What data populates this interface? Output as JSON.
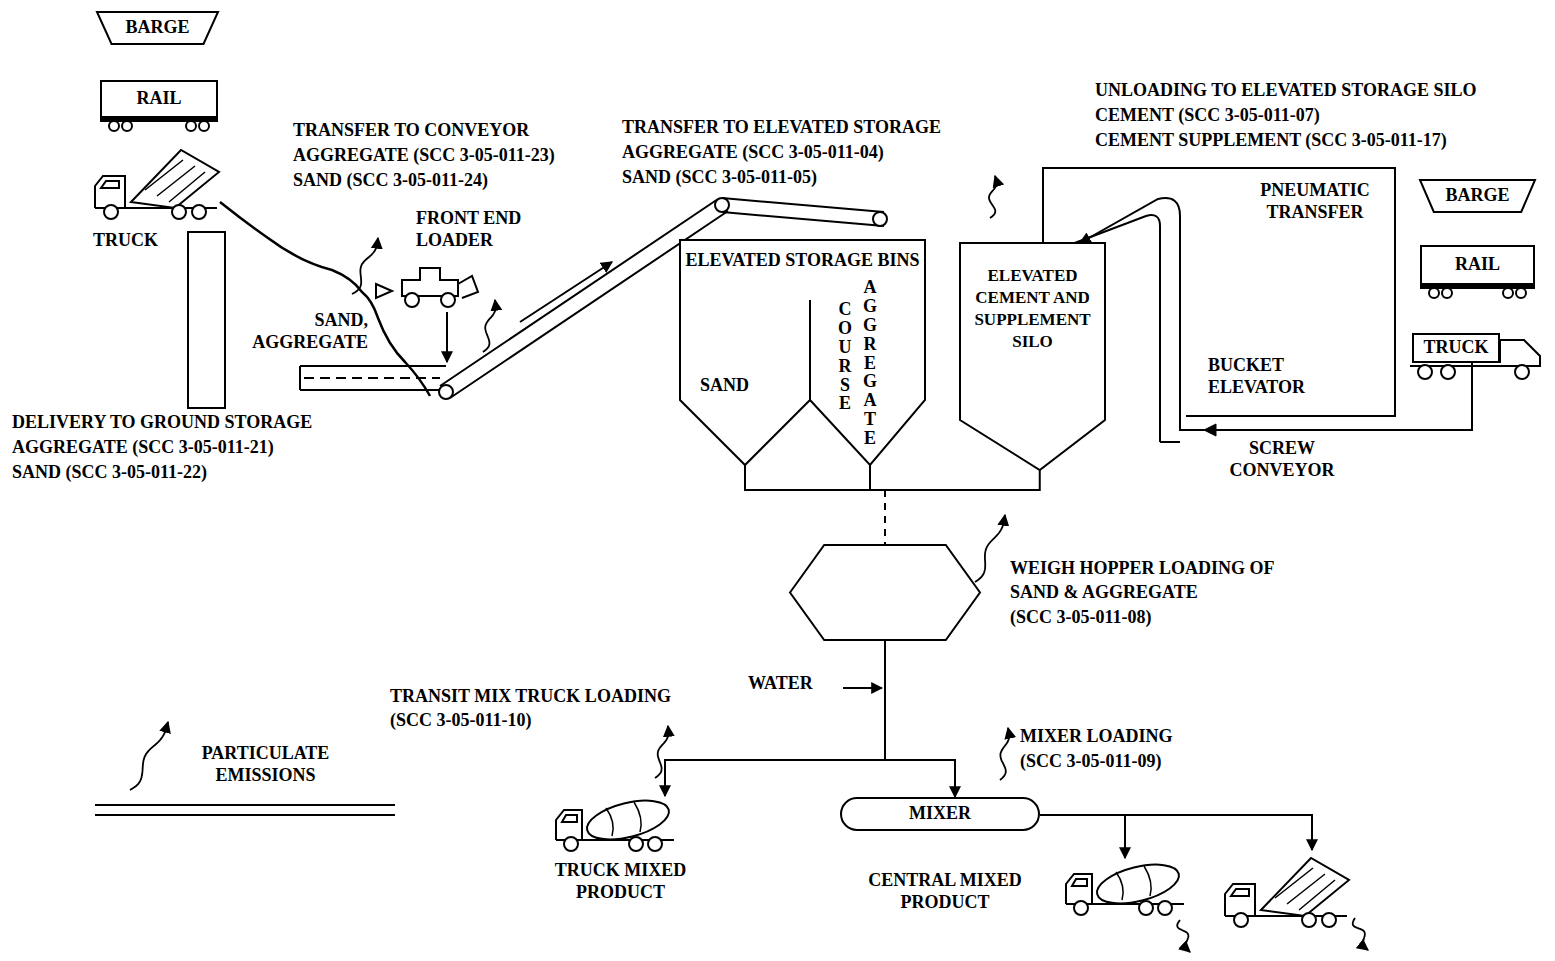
{
  "diagram": {
    "nodes": [
      {
        "text": [
          "BARGE"
        ]
      },
      {
        "text": [
          "RAIL"
        ]
      },
      {
        "text": [
          "ELEVATED STORAGE BINS",
          "SAND",
          "COURSE",
          "AGGREGATE"
        ]
      },
      {
        "text": [
          "ELEVATED CEMENT AND SUPPLEMENT SILO"
        ]
      },
      {
        "text": [
          "BARGE"
        ]
      },
      {
        "text": [
          "RAIL"
        ]
      },
      {
        "text": [
          "TRUCK"
        ]
      },
      {
        "text": [
          "WEIGH HOPPER LOADING OF SAND & AGGREGATE",
          "(SCC 3-05-011-08)"
        ]
      },
      {
        "text": [
          "MIXER"
        ]
      }
    ],
    "edges": [
      {
        "from": 2,
        "to": 7,
        "arrow": "none"
      },
      {
        "from": 3,
        "to": 7,
        "arrow": "none"
      },
      {
        "from": 7,
        "to": 8,
        "arrow": "to"
      },
      {
        "from": 6,
        "to": 3,
        "arrow": "to"
      }
    ],
    "labels": [
      "TRANSFER TO CONVEYOR",
      "AGGREGATE (SCC 3-05-011-23)",
      "SAND (SCC 3-05-011-24)",
      "TRANSFER TO ELEVATED STORAGE",
      "AGGREGATE (SCC 3-05-011-04)",
      "SAND (SCC 3-05-011-05)",
      "UNLOADING TO ELEVATED STORAGE SILO",
      "CEMENT (SCC 3-05-011-07)",
      "CEMENT SUPPLEMENT (SCC 3-05-011-17)",
      "FRONT END LOADER",
      "TRUCK",
      "SAND, AGGREGATE",
      "DELIVERY TO GROUND STORAGE",
      "AGGREGATE (SCC 3-05-011-21)",
      "SAND (SCC 3-05-011-22)",
      "PNEUMATIC TRANSFER",
      "BUCKET ELEVATOR",
      "SCREW CONVEYOR",
      "WATER",
      "TRANSIT MIX TRUCK LOADING",
      "(SCC 3-05-011-10)",
      "MIXER LOADING",
      "(SCC 3-05-011-09)",
      "TRUCK MIXED PRODUCT",
      "CENTRAL MIXED PRODUCT"
    ],
    "legend": [
      {
        "text": "PARTICULATE EMISSIONS"
      }
    ]
  }
}
